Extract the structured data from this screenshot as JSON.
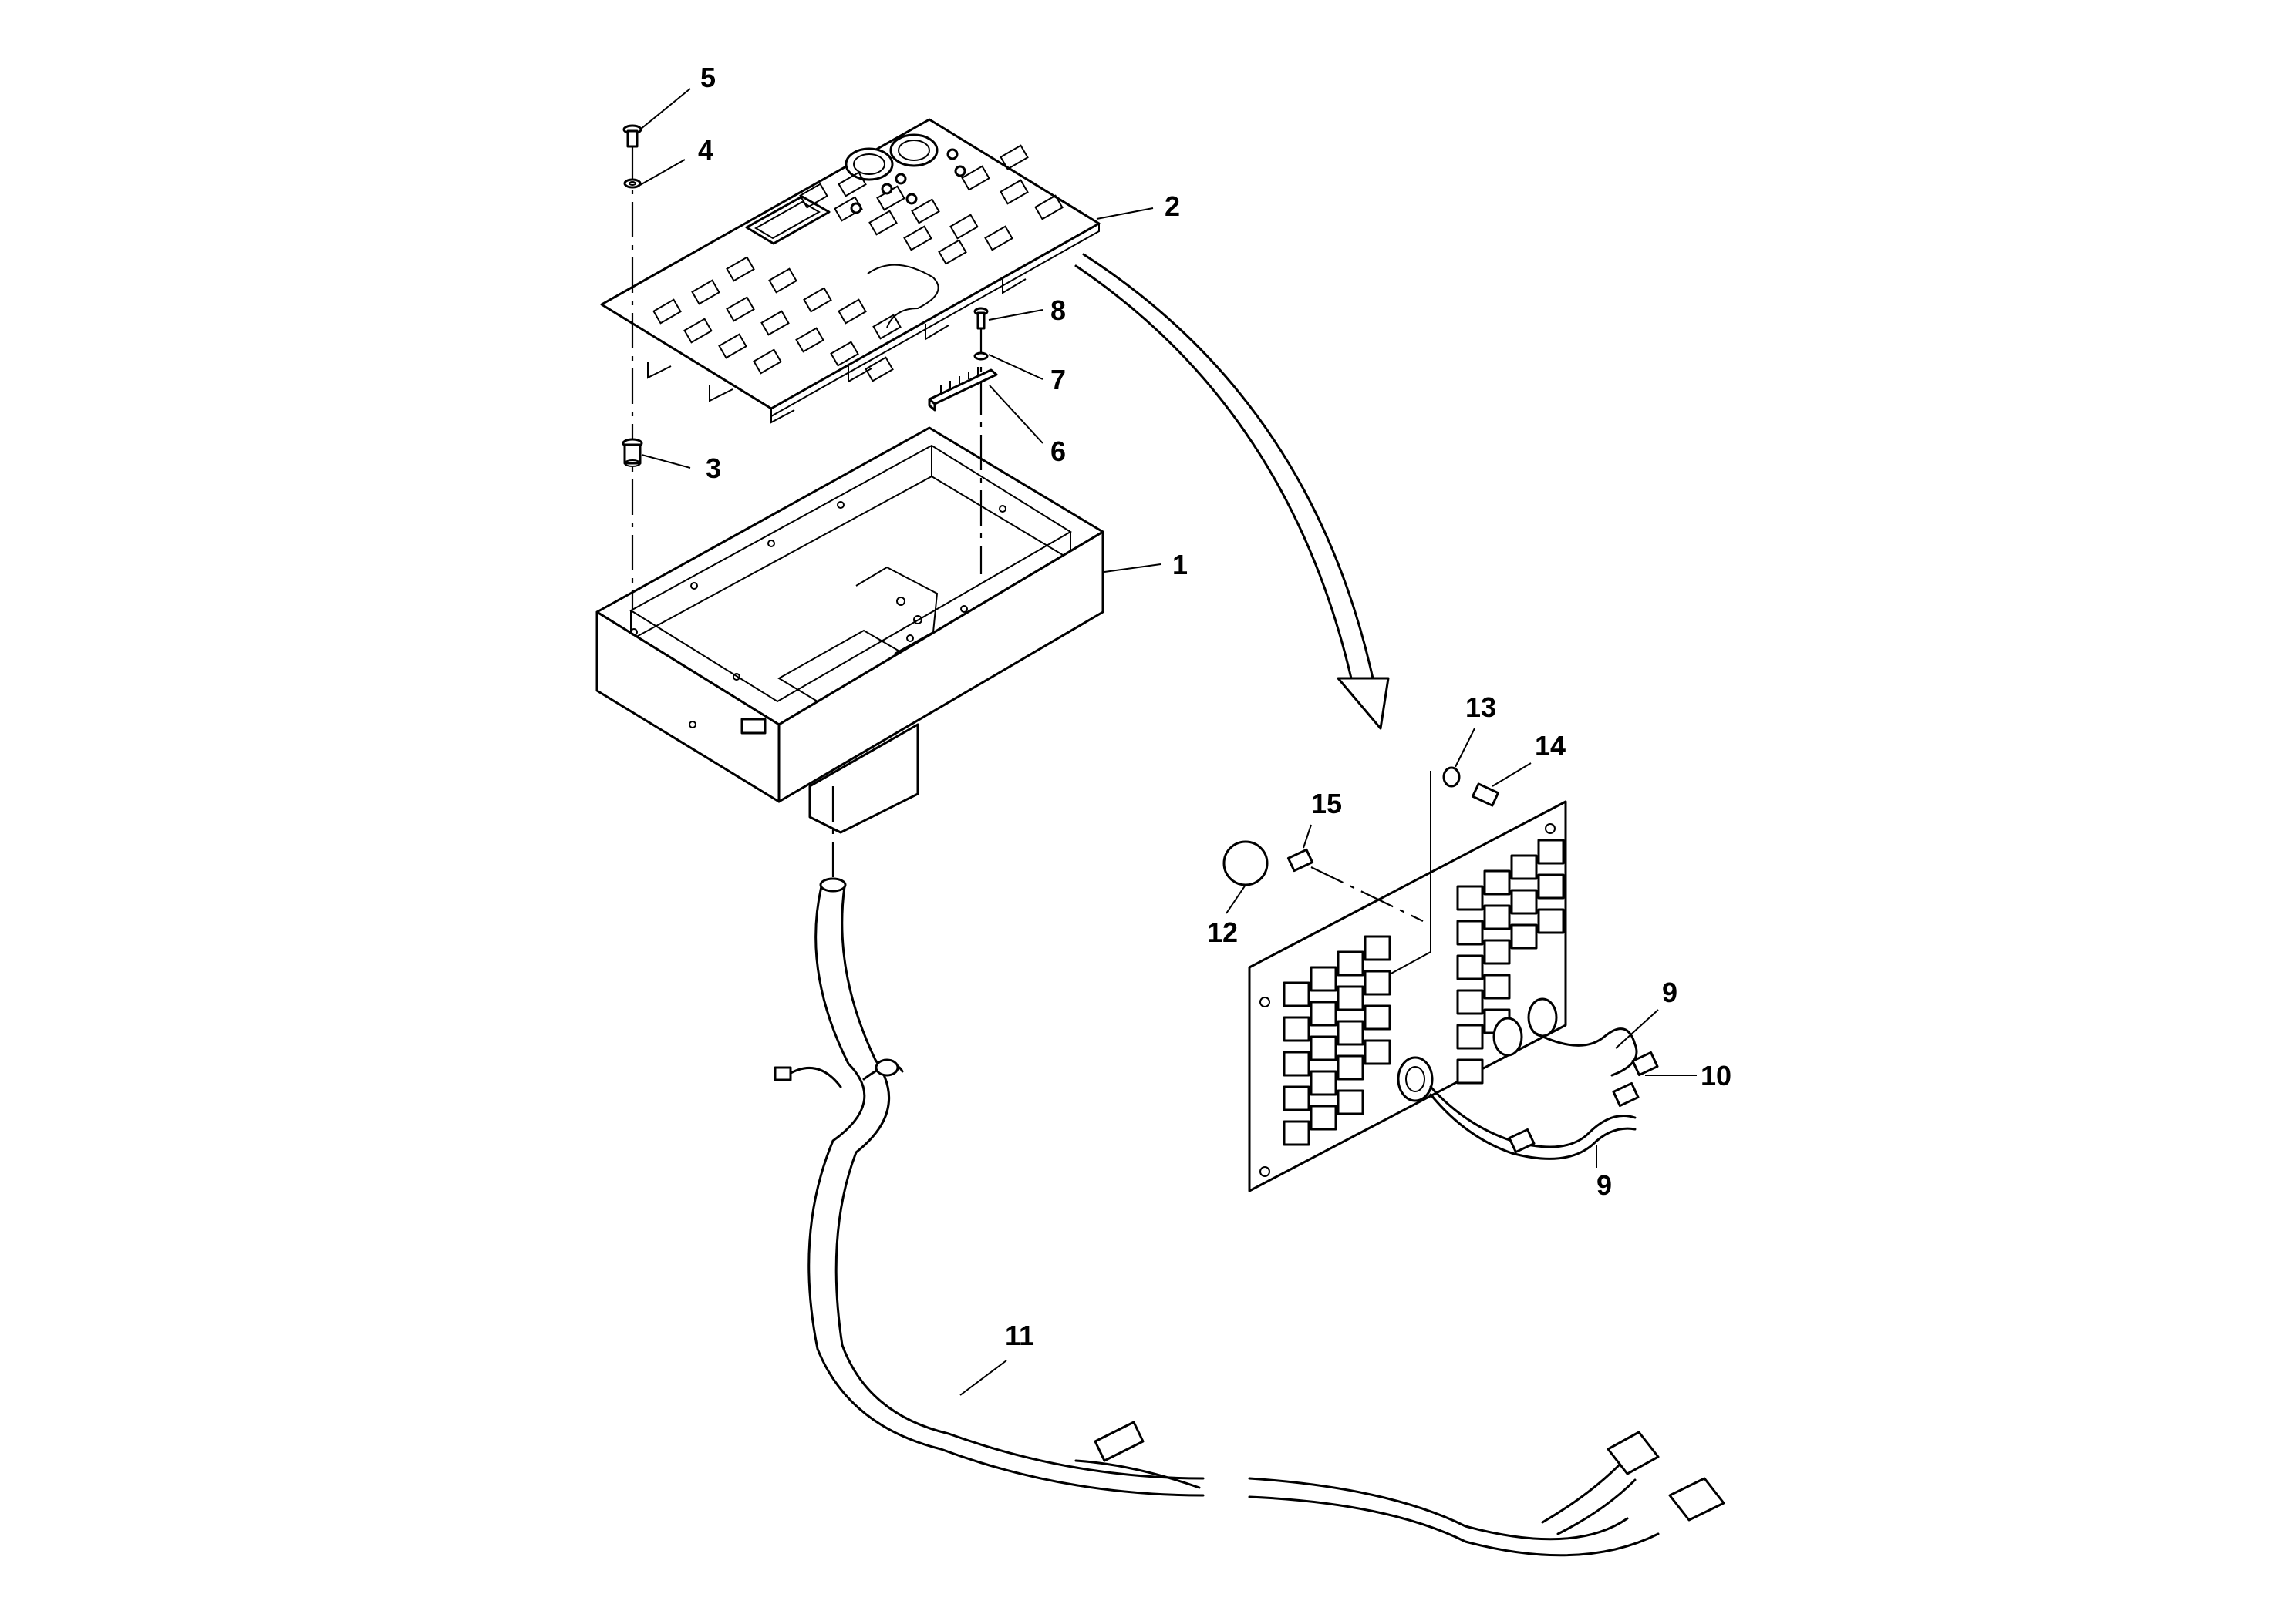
{
  "callouts": [
    {
      "id": "1",
      "label": "1"
    },
    {
      "id": "2",
      "label": "2"
    },
    {
      "id": "3",
      "label": "3"
    },
    {
      "id": "4",
      "label": "4"
    },
    {
      "id": "5",
      "label": "5"
    },
    {
      "id": "6",
      "label": "6"
    },
    {
      "id": "7",
      "label": "7"
    },
    {
      "id": "8",
      "label": "8"
    },
    {
      "id": "9a",
      "label": "9"
    },
    {
      "id": "9b",
      "label": "9"
    },
    {
      "id": "10",
      "label": "10"
    },
    {
      "id": "11",
      "label": "11"
    },
    {
      "id": "12",
      "label": "12"
    },
    {
      "id": "13",
      "label": "13"
    },
    {
      "id": "14",
      "label": "14"
    },
    {
      "id": "15",
      "label": "15"
    }
  ]
}
